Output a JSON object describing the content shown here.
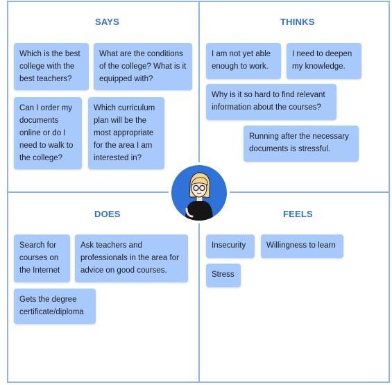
{
  "quadrants": {
    "says": {
      "title": "SAYS",
      "notes": [
        "Which is the best college with the best teachers?",
        "What are the conditions of the college? What is it equipped with?",
        "Can I order my documents online or do I need to walk to the college?",
        "Which curriculum plan will be the most appropriate for the area I am interested in?"
      ]
    },
    "thinks": {
      "title": "THINKS",
      "notes": [
        "I am not yet able enough to work.",
        "I need to deepen my knowledge.",
        "Why is it so hard to find relevant information about the courses?",
        "Running after the necessary documents is stressful."
      ]
    },
    "does": {
      "title": "DOES",
      "notes": [
        "Search for courses on the Internet",
        "Ask teachers and professionals in the area for advice on good courses.",
        "Gets the degree certificate/diploma"
      ]
    },
    "feels": {
      "title": "FEELS",
      "notes": [
        "Insecurity",
        "Willingness to learn",
        "Stress"
      ]
    }
  },
  "colors": {
    "border": "#8fb4f0",
    "title": "#2f6fd8",
    "note": "#a8c9fb",
    "avatar_bg": "#2f73d9"
  },
  "avatar": {
    "icon": "person-avatar-icon"
  }
}
